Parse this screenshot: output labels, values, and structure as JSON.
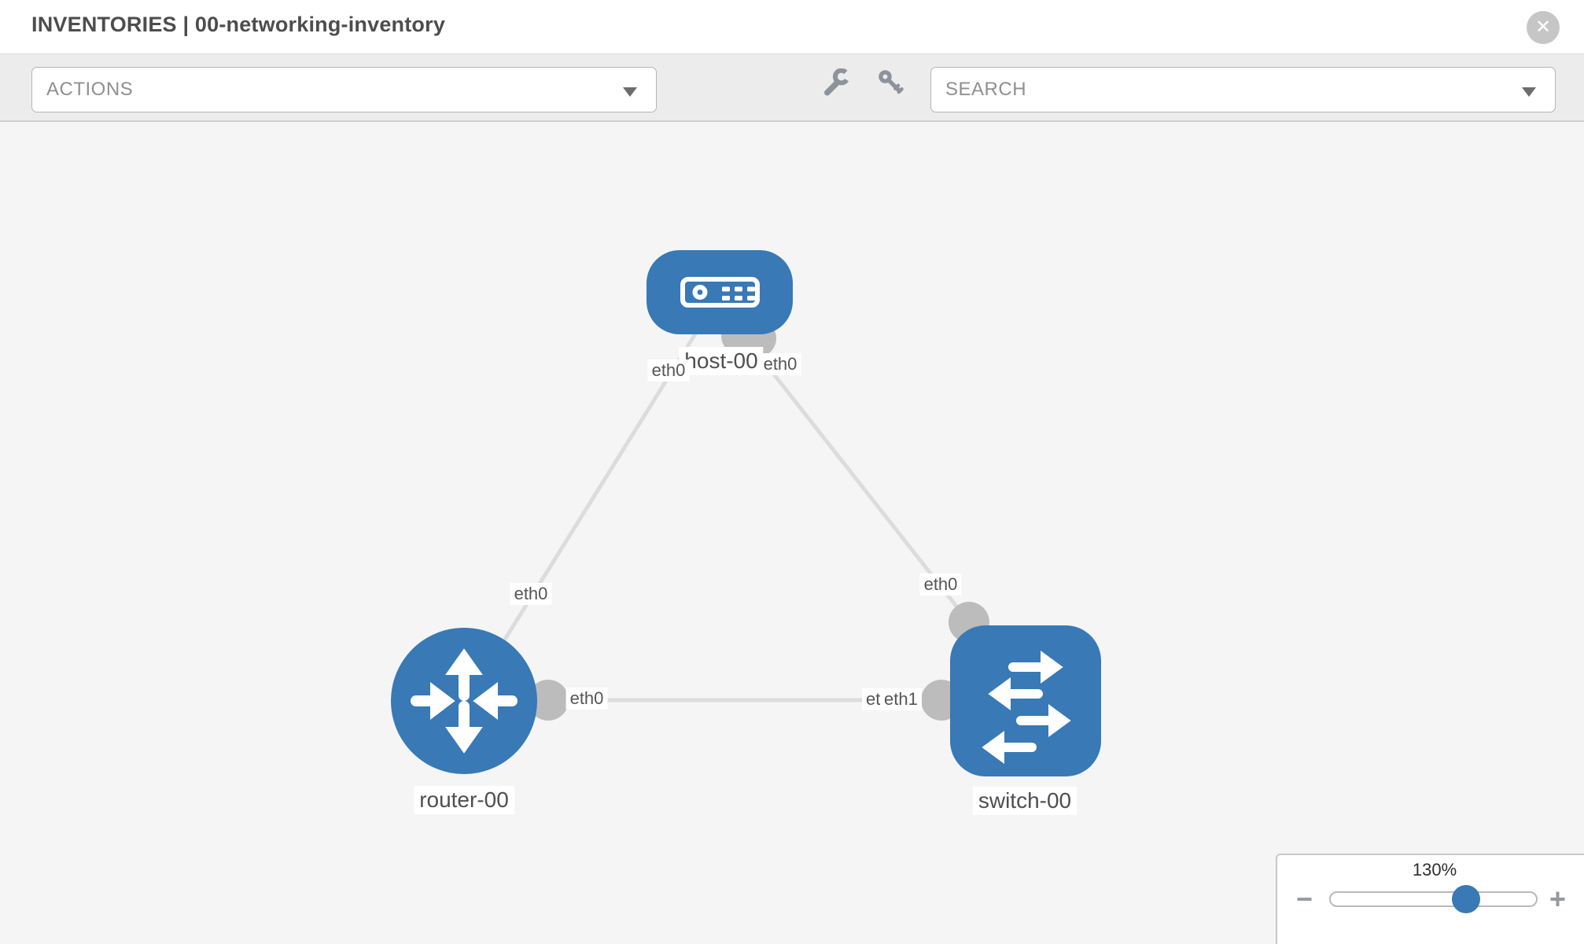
{
  "header": {
    "title": "INVENTORIES | 00-networking-inventory",
    "close_label": "✕"
  },
  "toolbar": {
    "actions_label": "ACTIONS",
    "search_label": "SEARCH"
  },
  "colors": {
    "node_blue": "#3879b6",
    "link_gray": "#dcdcdc",
    "connector_gray": "#bcbcbc",
    "toolbar_bg": "#ececec",
    "canvas_bg": "#f5f5f5"
  },
  "topology": {
    "nodes": {
      "host": {
        "label": "host-00",
        "type": "host"
      },
      "router": {
        "label": "router-00",
        "type": "router"
      },
      "switch": {
        "label": "switch-00",
        "type": "switch"
      }
    },
    "interface_labels": {
      "host_left": "eth0",
      "host_right": "eth0",
      "link_host_router_mid": "eth0",
      "link_host_switch_mid": "eth0",
      "router_right": "eth0",
      "switch_left_under": "eth0",
      "switch_left_over": "eth1"
    }
  },
  "zoom_control": {
    "level": "130%",
    "minus_label": "−",
    "plus_label": "+"
  }
}
